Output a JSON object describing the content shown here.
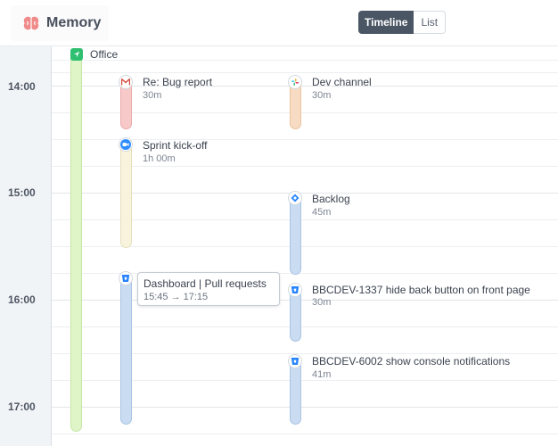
{
  "app": {
    "name": "Memory"
  },
  "view_switch": {
    "timeline_label": "Timeline",
    "list_label": "List",
    "selected": "Timeline"
  },
  "time_labels": [
    "14:00",
    "15:00",
    "16:00",
    "17:00"
  ],
  "location": {
    "label": "Office",
    "color": "#dff5c8"
  },
  "events": [
    {
      "title": "Re: Bug report",
      "duration": "30m",
      "app": "gmail",
      "color": "#f7c9c9"
    },
    {
      "title": "Dev channel",
      "duration": "30m",
      "app": "slack",
      "color": "#f7dcc3"
    },
    {
      "title": "Sprint kick-off",
      "duration": "1h 00m",
      "app": "zoom",
      "color": "#f8f3dc"
    },
    {
      "title": "Backlog",
      "duration": "45m",
      "app": "jira",
      "color": "#c9dcf1"
    },
    {
      "title": "BBCDEV-1337 hide back button on front page",
      "duration": "30m",
      "app": "bitbucket",
      "color": "#c9dcf1"
    },
    {
      "title": "BBCDEV-6002 show console notifications",
      "duration": "41m",
      "app": "bitbucket",
      "color": "#c9dcf1"
    },
    {
      "title": "",
      "duration": "",
      "app": "bitbucket",
      "color": "#c9dcf1"
    }
  ],
  "tooltip": {
    "title": "Dashboard | Pull requests",
    "range": "15:45 → 17:15"
  }
}
